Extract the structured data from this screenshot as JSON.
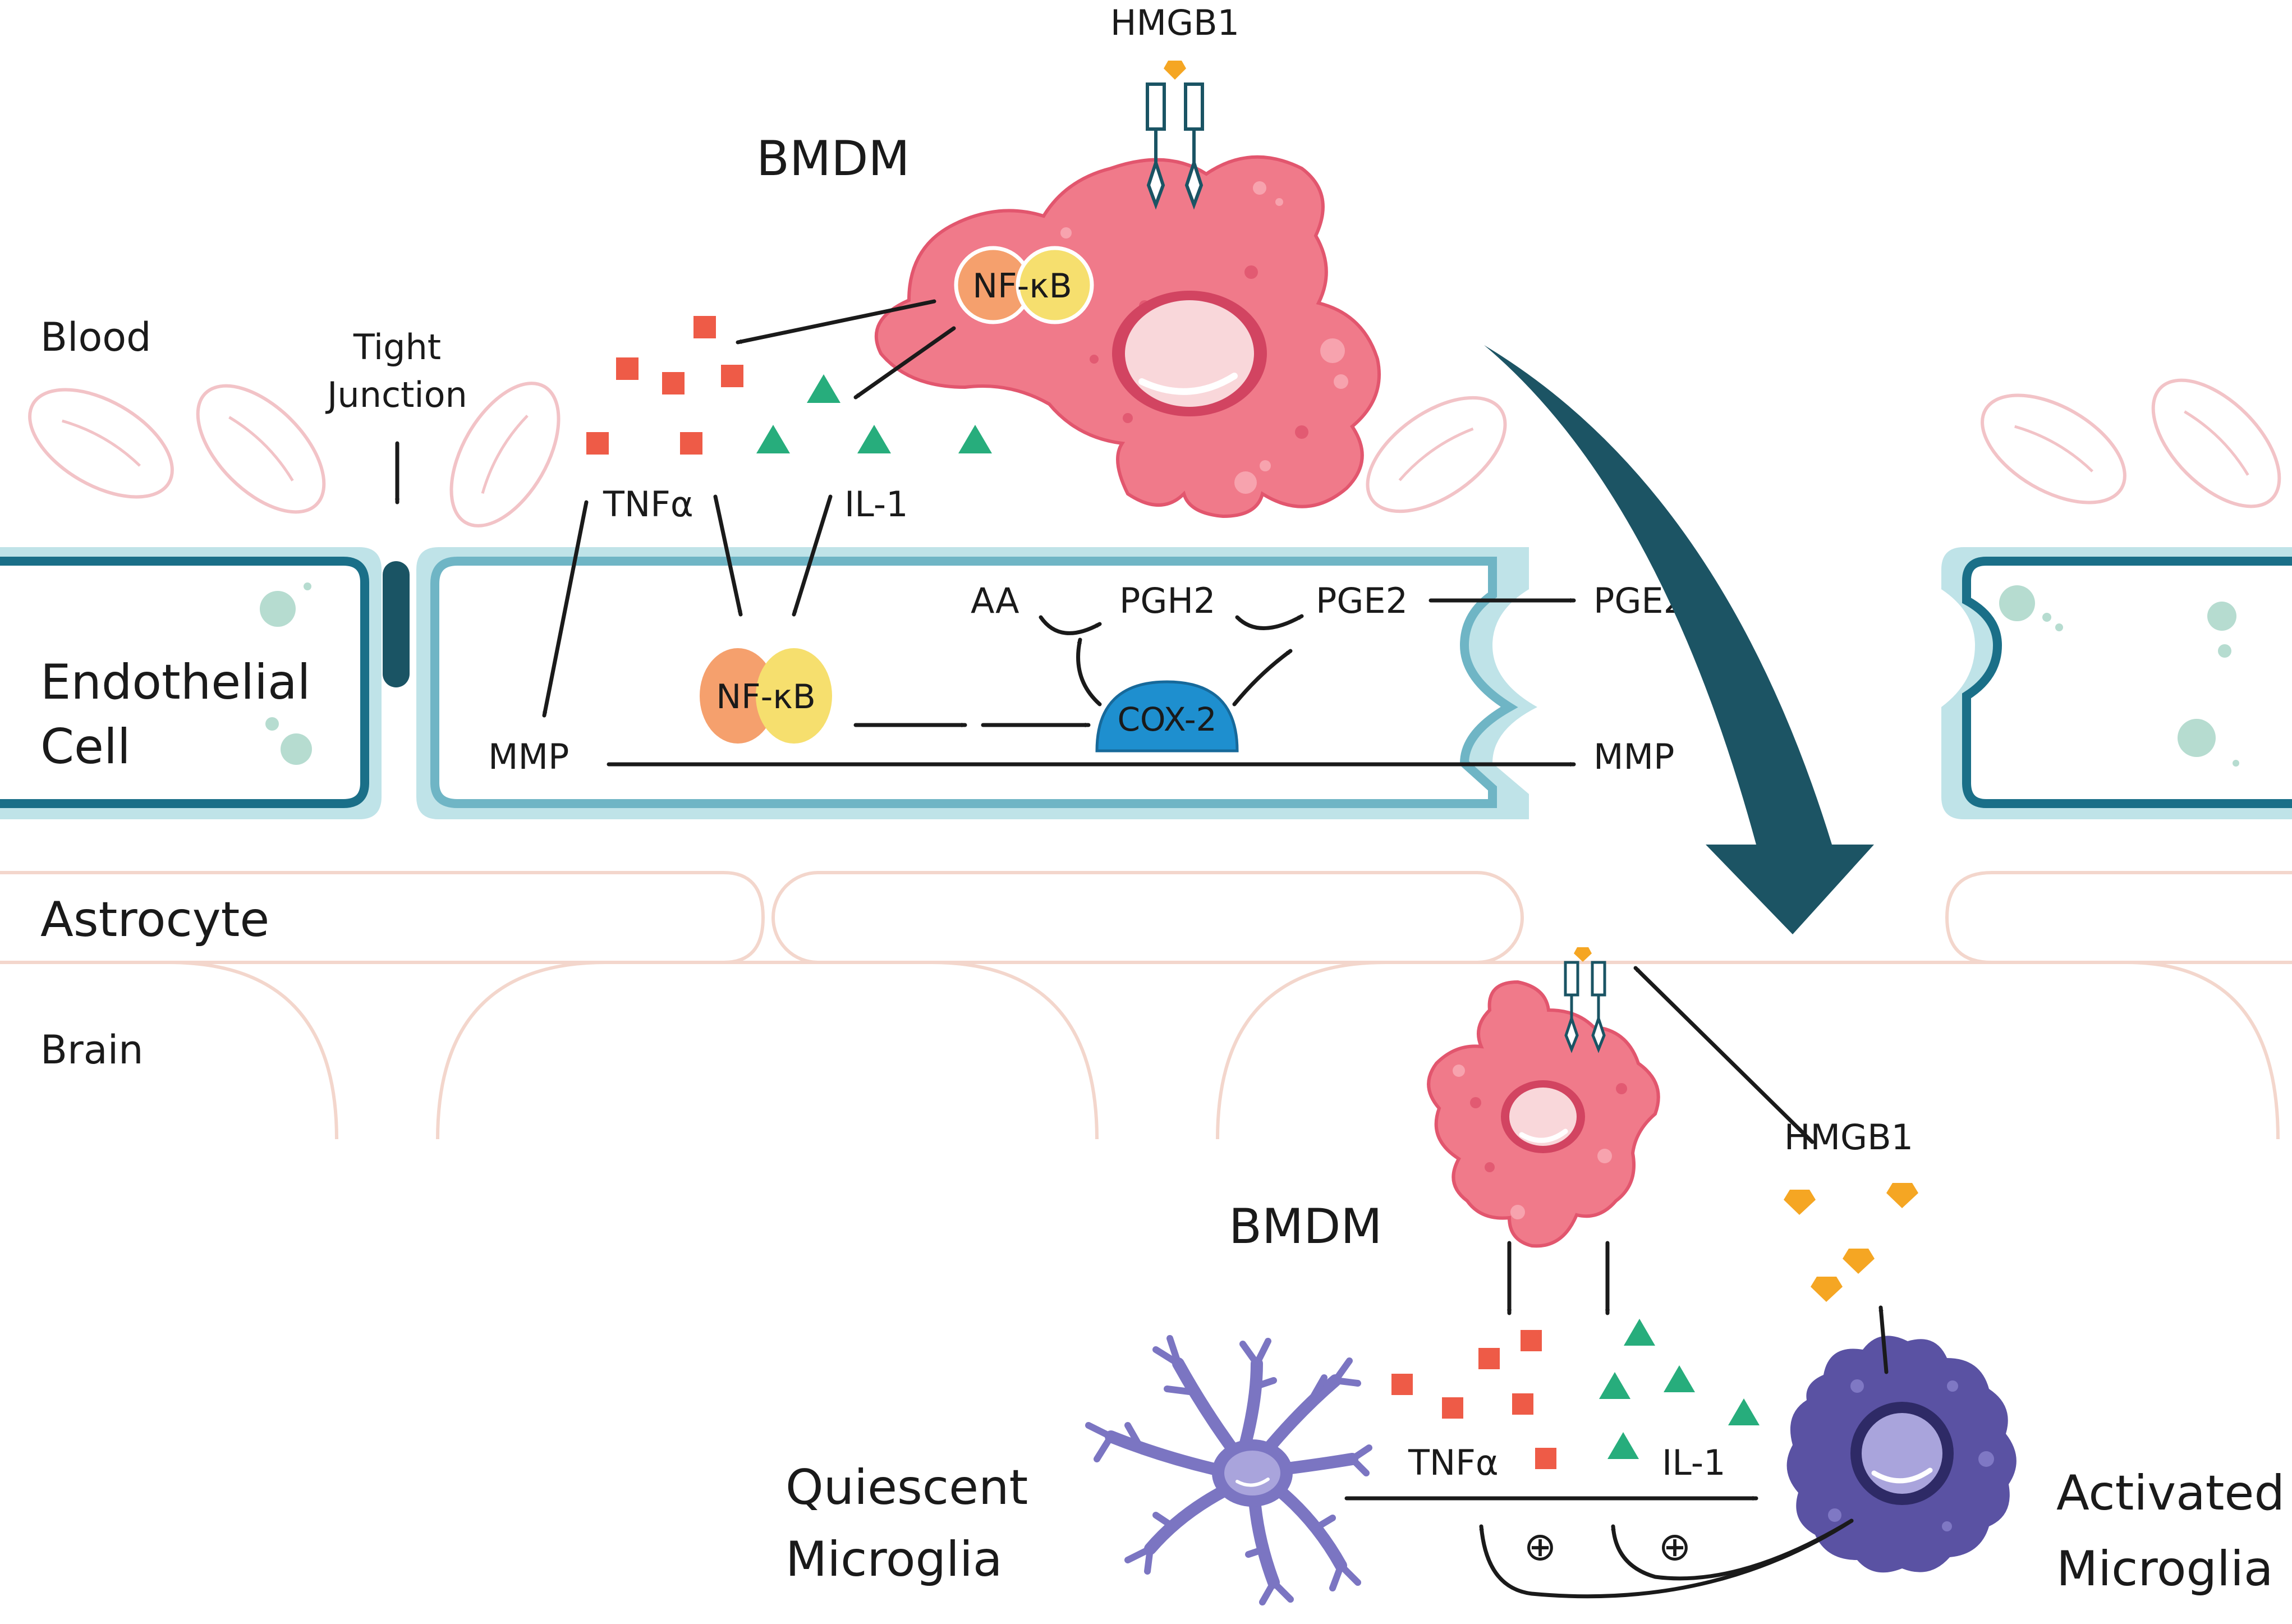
{
  "labels": {
    "hmgb1_top": "HMGB1",
    "bmdm_top": "BMDM",
    "blood": "Blood",
    "tight_junction_line1": "Tight",
    "tight_junction_line2": "Junction",
    "tnfa_top": "TNFα",
    "il1_top": "IL-1",
    "endothelial_line1": "Endothelial",
    "endothelial_line2": "Cell",
    "astrocyte": "Astrocyte",
    "brain": "Brain",
    "hmgb1_bottom": "HMGB1",
    "bmdm_bottom": "BMDM",
    "tnfa_bottom": "TNFα",
    "il1_bottom": "IL-1",
    "quiescent_line1": "Quiescent",
    "quiescent_line2": "Microglia",
    "activated_line1": "Activated",
    "activated_line2": "Microglia"
  },
  "nodes": {
    "nfkb_top": "NF-κB",
    "nfkb_mid": "NF-κB",
    "aa": "AA",
    "pgh2": "PGH2",
    "pge2_inner": "PGE2",
    "pge2_outer": "PGE2",
    "cox2": "COX-2",
    "mmp_inner": "MMP",
    "mmp_outer": "MMP",
    "plus_1": "⊕",
    "plus_2": "⊕"
  },
  "colors": {
    "tnfa_square": "#ee5b47",
    "il1_triangle": "#27ad7c",
    "hmgb1": "#f5a623",
    "bmdm_cell": "#f07a8a",
    "nucleus": "#f9d7da",
    "nfkb_orange": "#f5a06d",
    "nfkb_yellow": "#f6df6e",
    "cox2": "#1e8fcf",
    "endothelial_border": "#1a6f88",
    "endothelial_light": "#bfe3e8",
    "big_arrow": "#1c5464",
    "activated_microglia": "#5a52a3",
    "quiescent_microglia": "#7b75c2",
    "astrocyte_outline": "#f3d6cc",
    "rbc_outline": "#f2c3c7"
  },
  "icons": {
    "receptor": "receptor-icon",
    "tnfa": "square-molecule-icon",
    "il1": "triangle-molecule-icon",
    "hmgb1": "hexagon-molecule-icon",
    "rbc": "red-blood-cell-icon"
  }
}
